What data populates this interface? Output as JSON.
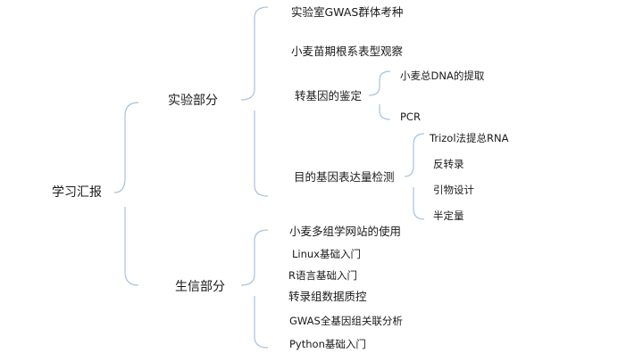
{
  "root": "学习汇报",
  "branches": [
    {
      "label": "实验部分",
      "children": [
        {
          "label": "实验室GWAS群体考种"
        },
        {
          "label": "小麦苗期根系表型观察"
        },
        {
          "label": "转基因的鉴定",
          "children": [
            "小麦总DNA的提取",
            "PCR"
          ]
        },
        {
          "label": "目的基因表达量检测",
          "children": [
            "Trizol法提总RNA",
            "反转录",
            "引物设计",
            "半定量"
          ]
        }
      ]
    },
    {
      "label": "生信部分",
      "children": [
        {
          "label": "小麦多组学网站的使用"
        },
        {
          "label": "Linux基础入门"
        },
        {
          "label": "R语言基础入门"
        },
        {
          "label": "转录组数据质控"
        },
        {
          "label": "GWAS全基因组关联分析"
        },
        {
          "label": "Python基础入门"
        }
      ]
    }
  ],
  "style": {
    "connector_color": "#a9c1da",
    "text_color": "#1a1a1a"
  }
}
